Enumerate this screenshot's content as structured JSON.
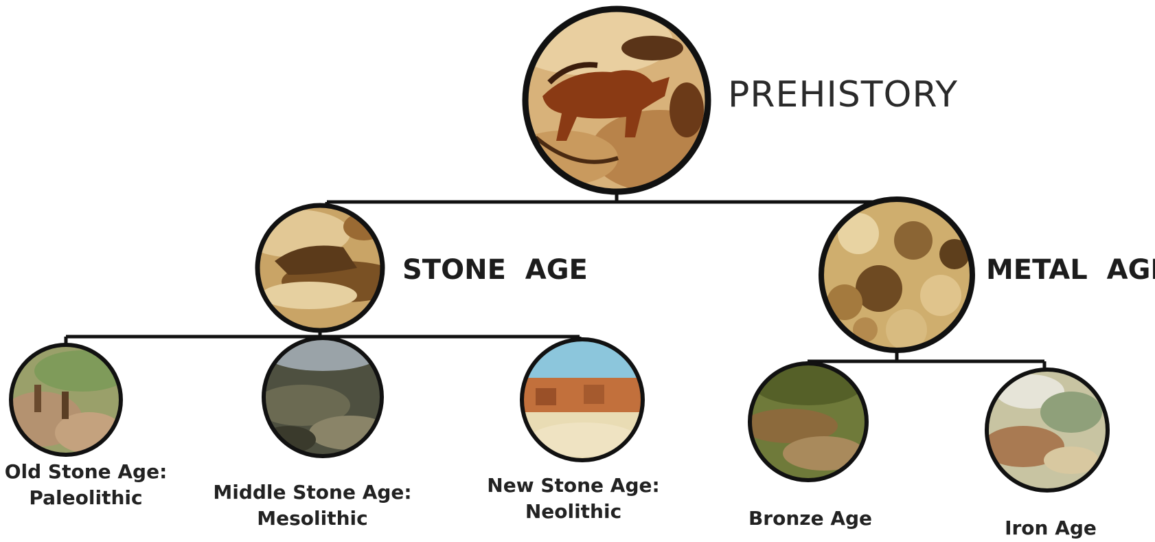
{
  "diagram": {
    "root": {
      "label": "PREHISTORY",
      "image": "cave-painting-horse"
    },
    "branches": [
      {
        "label": "STONE  AGE",
        "image": "cave-painting-animals",
        "children": [
          {
            "line1": "Old Stone Age:",
            "line2": "Paleolithic",
            "image": "hunters-landscape"
          },
          {
            "line1": "Middle Stone Age:",
            "line2": "Mesolithic",
            "image": "river-settlement"
          },
          {
            "line1": "New Stone Age:",
            "line2": "Neolithic",
            "image": "farming-village"
          }
        ]
      },
      {
        "label": "METAL  AGE",
        "image": "ancient-crowd-scene",
        "children": [
          {
            "line1": "Bronze Age",
            "line2": "",
            "image": "bronze-age-scene"
          },
          {
            "line1": "Iron Age",
            "line2": "",
            "image": "iron-age-scene"
          }
        ]
      }
    ]
  }
}
